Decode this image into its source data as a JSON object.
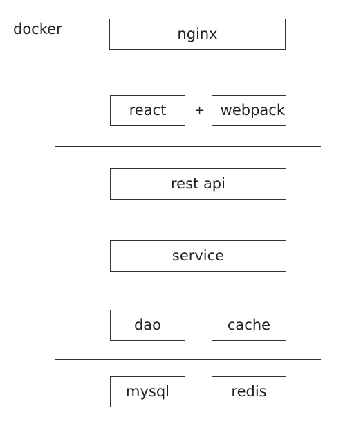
{
  "container_label": "docker",
  "layers": {
    "proxy": {
      "box": "nginx"
    },
    "frontend": {
      "left": "react",
      "joiner": "+",
      "right": "webpack"
    },
    "api": {
      "box": "rest api"
    },
    "service": {
      "box": "service"
    },
    "data_access": {
      "left": "dao",
      "right": "cache"
    },
    "storage": {
      "left": "mysql",
      "right": "redis"
    }
  }
}
